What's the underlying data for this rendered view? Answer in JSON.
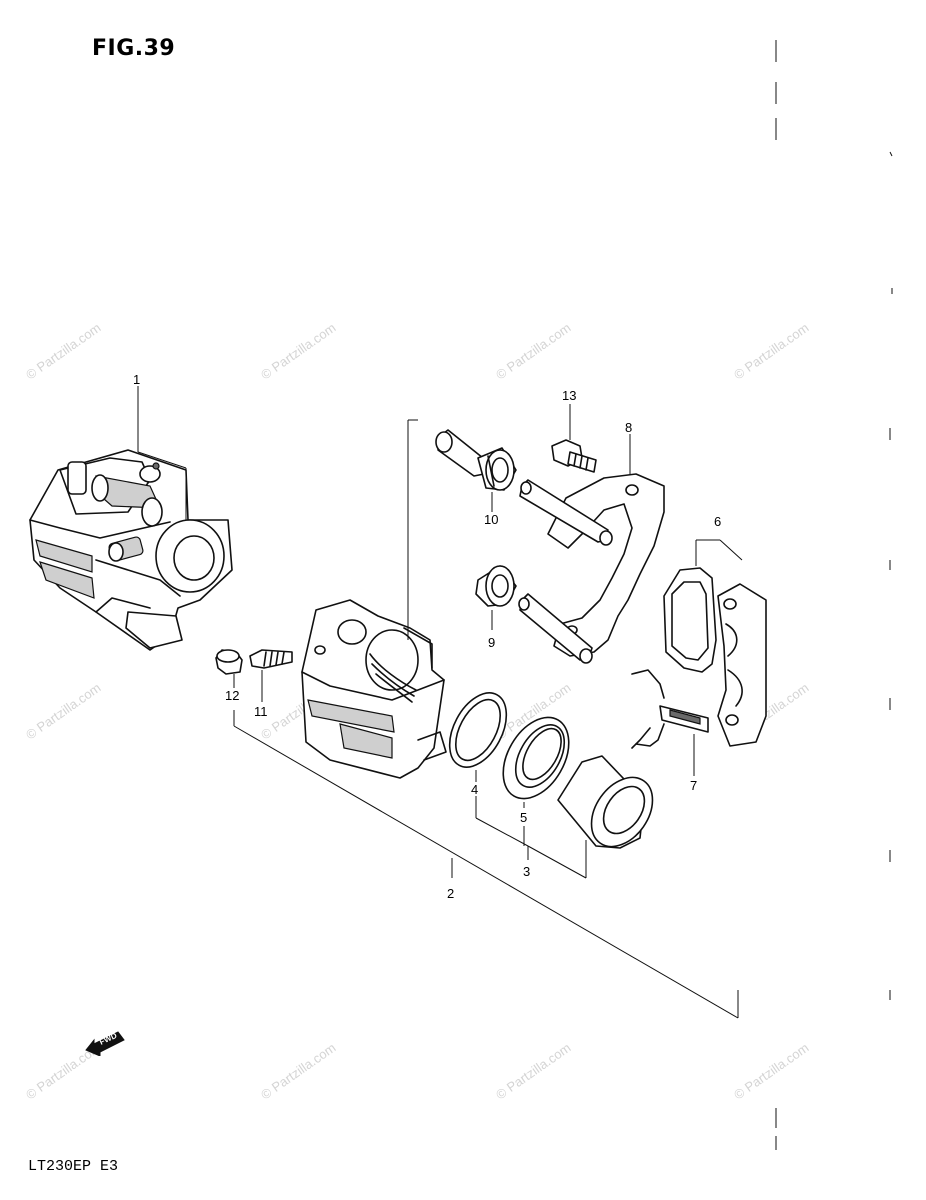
{
  "figure": {
    "title": "FIG.39",
    "model_code": "LT230EP  E3",
    "fwd_label": "FWD"
  },
  "watermark": {
    "text": "© Partzilla.com"
  },
  "callouts": {
    "c1": "1",
    "c2": "2",
    "c3": "3",
    "c4": "4",
    "c5": "5",
    "c6": "6",
    "c7": "7",
    "c8": "8",
    "c9": "9",
    "c10": "10",
    "c11": "11",
    "c12": "12",
    "c13": "13"
  }
}
